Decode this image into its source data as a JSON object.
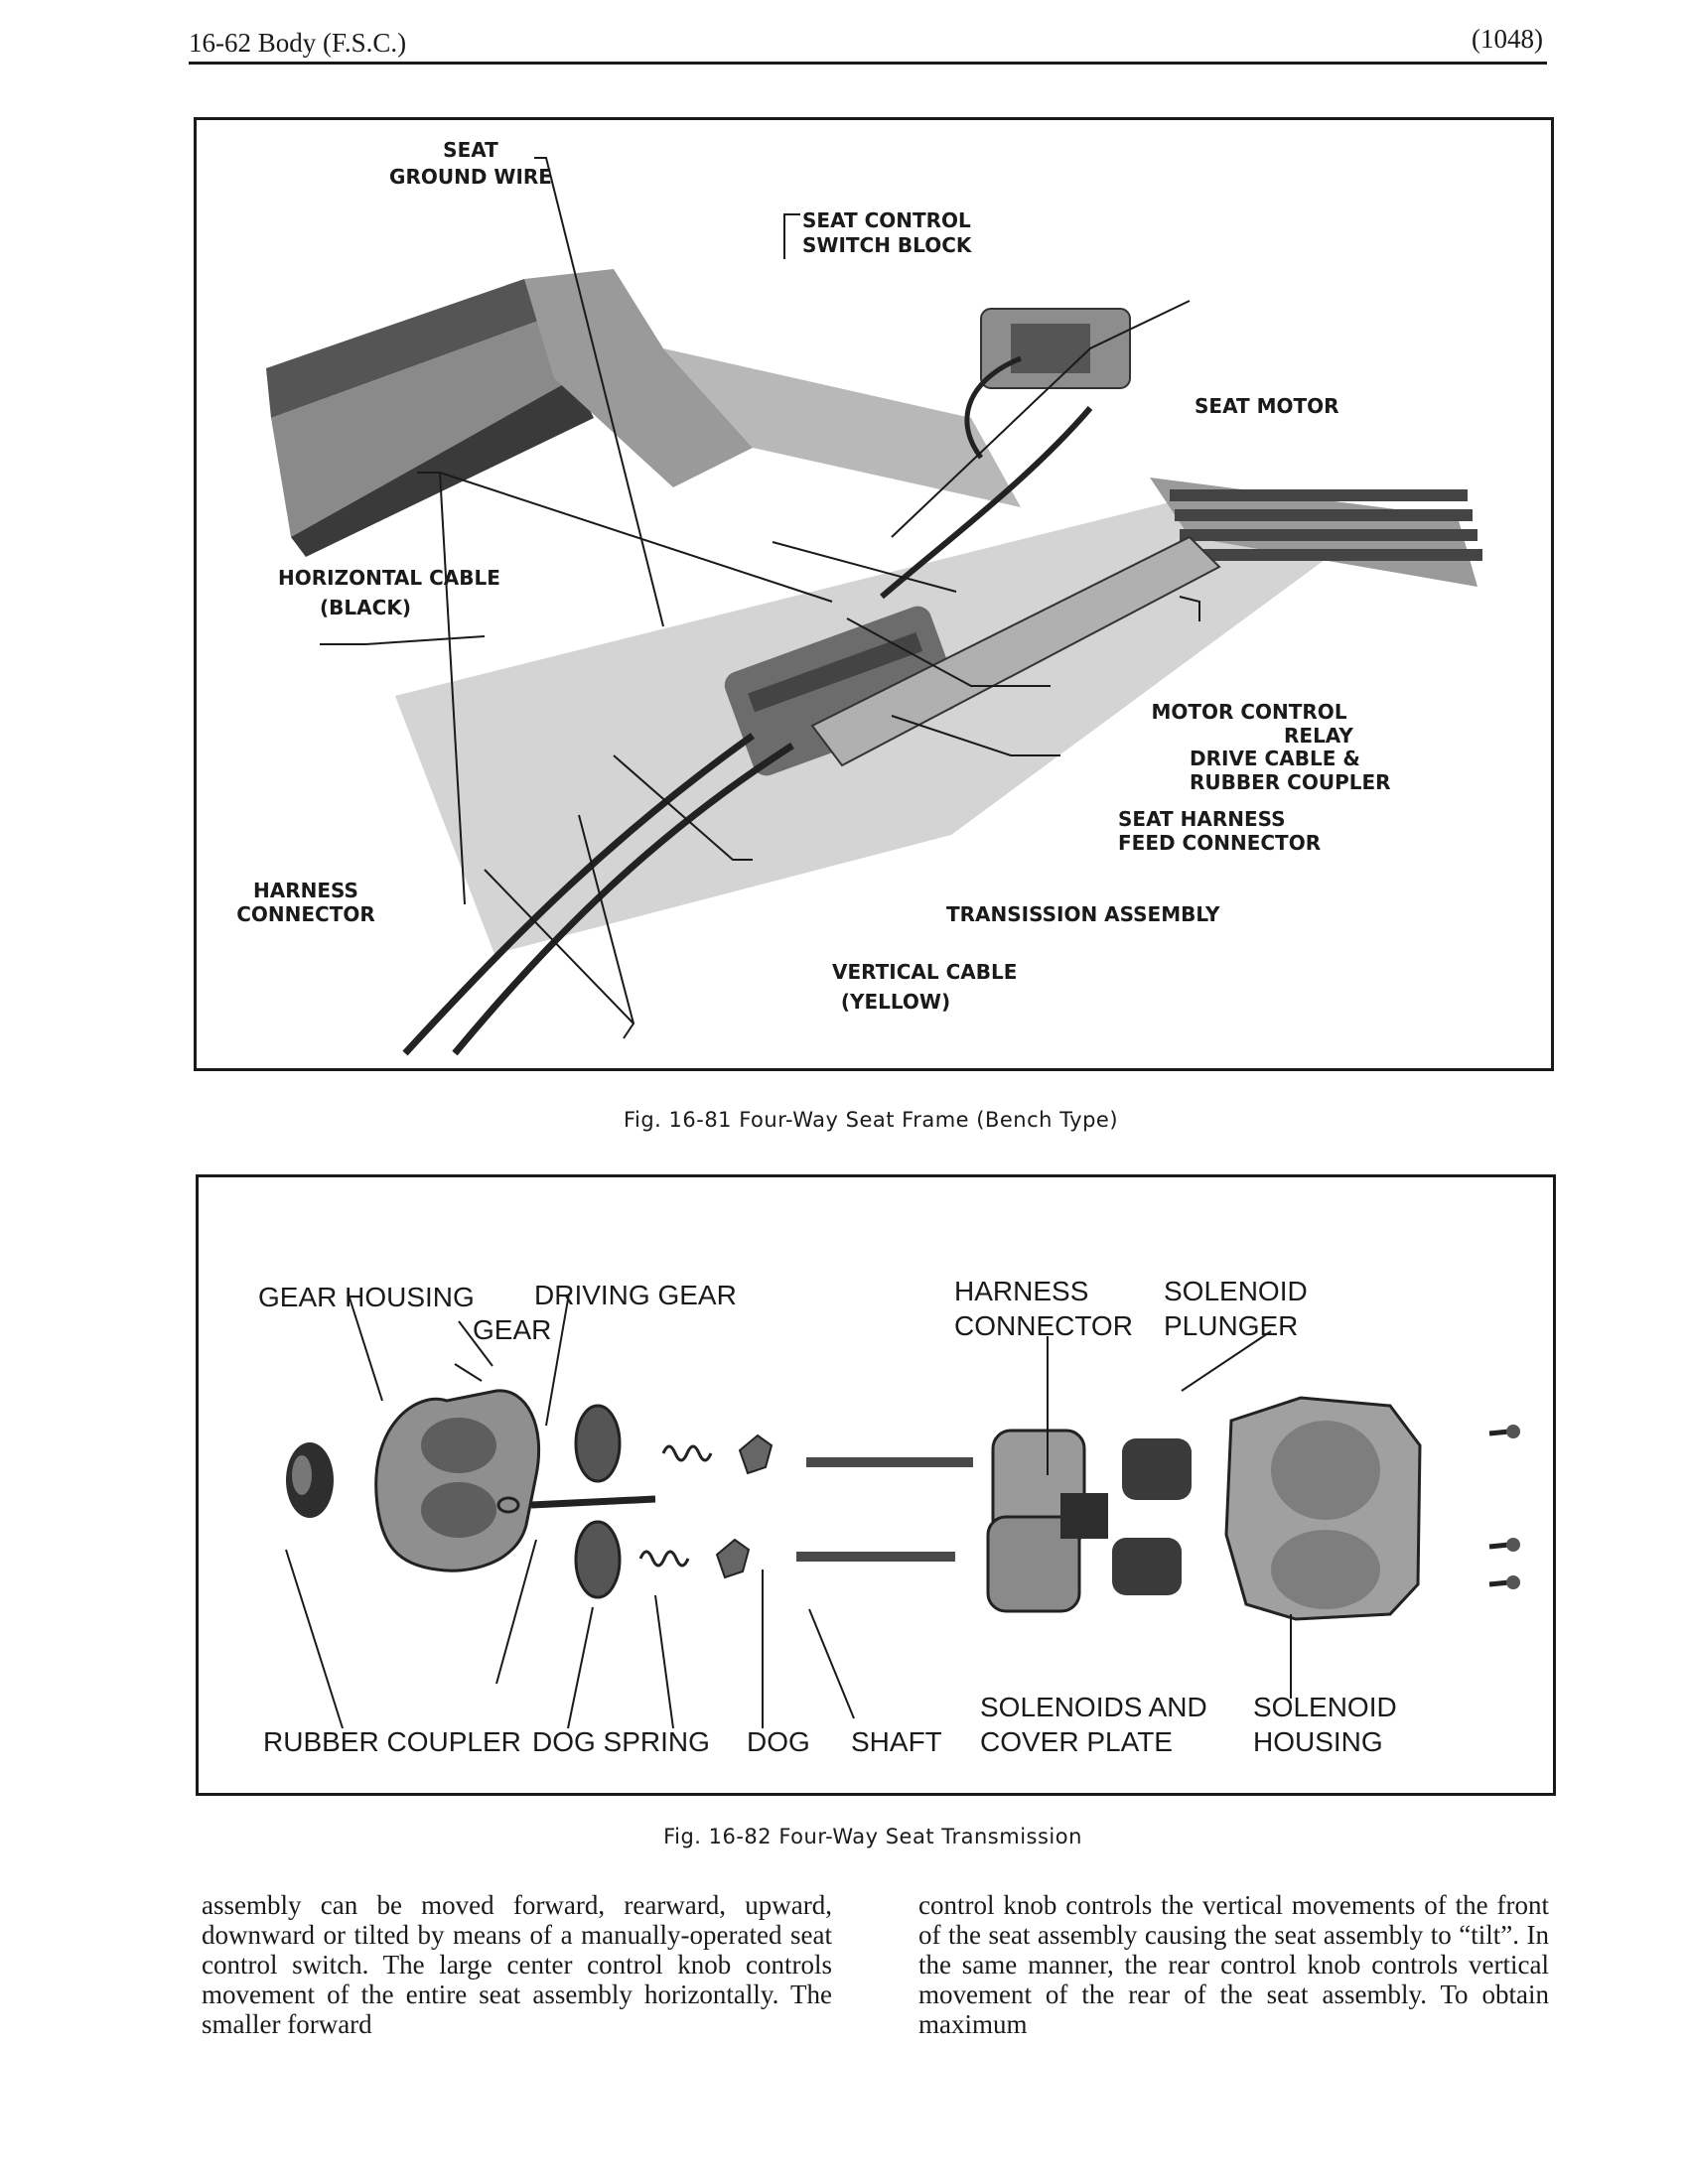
{
  "header": {
    "left": "16-62  Body (F.S.C.)",
    "right": "(1048)"
  },
  "figure1": {
    "caption": "Fig. 16-81   Four-Way Seat Frame (Bench Type)",
    "labels": {
      "seat_ground_wire_1": "SEAT",
      "seat_ground_wire_2": "GROUND WIRE",
      "switch_block_1": "SEAT CONTROL",
      "switch_block_2": "SWITCH BLOCK",
      "seat_motor": "SEAT MOTOR",
      "horizontal_cable_1": "HORIZONTAL CABLE",
      "horizontal_cable_2": "(BLACK)",
      "motor_relay_1": "MOTOR CONTROL",
      "motor_relay_2": "RELAY",
      "drive_cable_1": "DRIVE CABLE &",
      "drive_cable_2": "RUBBER COUPLER",
      "feed_connector_1": "SEAT HARNESS",
      "feed_connector_2": "FEED CONNECTOR",
      "harness_connector_1": "HARNESS",
      "harness_connector_2": "CONNECTOR",
      "transmission": "TRANSISSION ASSEMBLY",
      "vertical_cable_1": "VERTICAL CABLE",
      "vertical_cable_2": "(YELLOW)"
    }
  },
  "figure2": {
    "caption": "Fig. 16-82   Four-Way Seat Transmission",
    "labels": {
      "gear_housing": "GEAR HOUSING",
      "driving_gear": "DRIVING GEAR",
      "gear": "GEAR",
      "harness_1": "HARNESS",
      "harness_2": "CONNECTOR",
      "plunger_1": "SOLENOID",
      "plunger_2": "PLUNGER",
      "rubber_coupler": "RUBBER COUPLER",
      "dog_spring": "DOG SPRING",
      "dog": "DOG",
      "shaft": "SHAFT",
      "solenoids_1": "SOLENOIDS AND",
      "solenoids_2": "COVER PLATE",
      "housing_1": "SOLENOID",
      "housing_2": "HOUSING"
    }
  },
  "body": {
    "col1": "assembly can be moved forward, rearward, upward, downward or tilted by means of a manually-operated seat control switch. The large center control knob controls movement of the entire seat assembly horizontally. The smaller forward",
    "col2": "control knob controls the vertical movements of the front of the seat assembly causing the seat assembly to “tilt”. In the same manner, the rear control knob controls vertical movement of the rear of the seat assembly. To obtain maximum"
  }
}
